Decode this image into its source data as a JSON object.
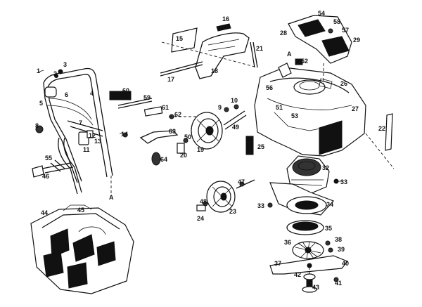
{
  "diagram": {
    "labels": [
      "1",
      "2",
      "3",
      "4",
      "5",
      "6",
      "8",
      "7",
      "11",
      "12",
      "13",
      "14",
      "55",
      "46",
      "60",
      "59",
      "61",
      "62",
      "63",
      "64",
      "50",
      "20",
      "9",
      "10",
      "19",
      "49",
      "15",
      "16",
      "17",
      "18",
      "21",
      "A",
      "52",
      "54",
      "58",
      "57",
      "28",
      "29",
      "56",
      "26",
      "51",
      "53",
      "27",
      "22",
      "25",
      "32",
      "47",
      "33",
      "33",
      "34",
      "35",
      "24",
      "48",
      "23",
      "44",
      "45",
      "36",
      "38",
      "39",
      "37",
      "40",
      "42",
      "41",
      "43",
      "A"
    ]
  }
}
